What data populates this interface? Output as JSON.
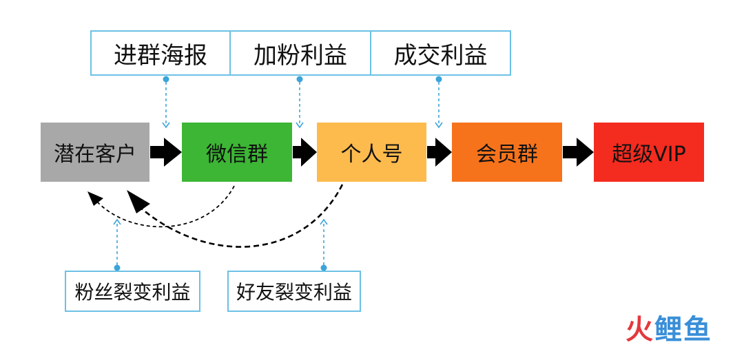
{
  "top_labels": [
    "进群海报",
    "加粉利益",
    "成交利益"
  ],
  "stages": [
    {
      "label": "潜在客户",
      "color": "#a8a8a8"
    },
    {
      "label": "微信群",
      "color": "#3cb634"
    },
    {
      "label": "个人号",
      "color": "#fdbb4d"
    },
    {
      "label": "会员群",
      "color": "#f6731c"
    },
    {
      "label": "超级VIP",
      "color": "#f42b1f"
    }
  ],
  "bottom_labels": [
    "粉丝裂变利益",
    "好友裂变利益"
  ],
  "watermark": {
    "part1": "火",
    "part2": "鲤鱼",
    "color1": "#e4383c",
    "color2": "#3a8fd8"
  },
  "colors": {
    "connector": "#3ba4d8",
    "box_border": "#6cc0e5",
    "arrow": "#000000"
  }
}
